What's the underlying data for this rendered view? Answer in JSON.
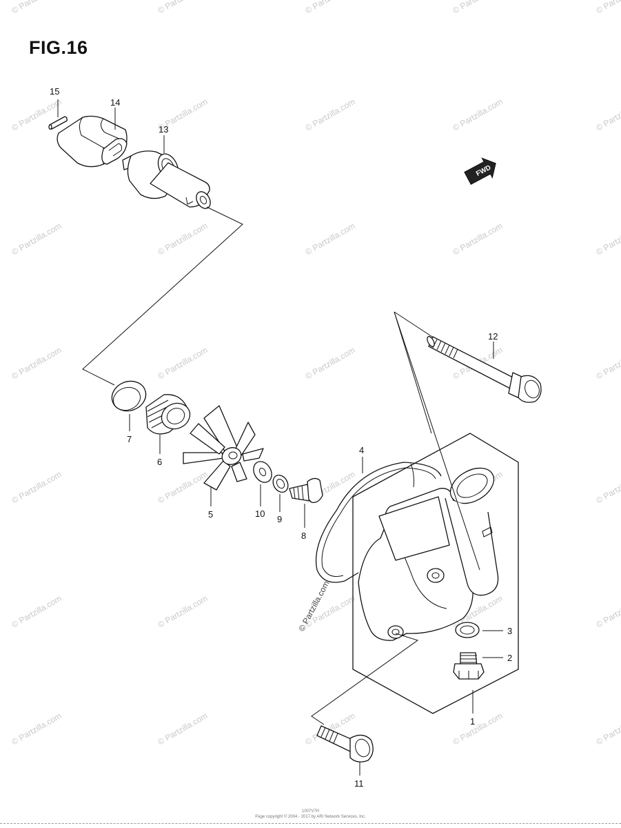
{
  "figure": {
    "title": "FIG.16",
    "fwd_label": "FWD",
    "watermark_text": "© Partzilla.com",
    "center_watermark": "© Partzilla.com"
  },
  "callouts": {
    "c1": "1",
    "c2": "2",
    "c3": "3",
    "c4": "4",
    "c5": "5",
    "c6": "6",
    "c7": "7",
    "c8": "8",
    "c9": "9",
    "c10": "10",
    "c11": "11",
    "c12": "12",
    "c13": "13",
    "c14": "14",
    "c15": "15"
  },
  "footer": {
    "code": "1007V7H",
    "copyright": "Page copyright © 2004 - 2017 by ARI Network Services, Inc."
  }
}
